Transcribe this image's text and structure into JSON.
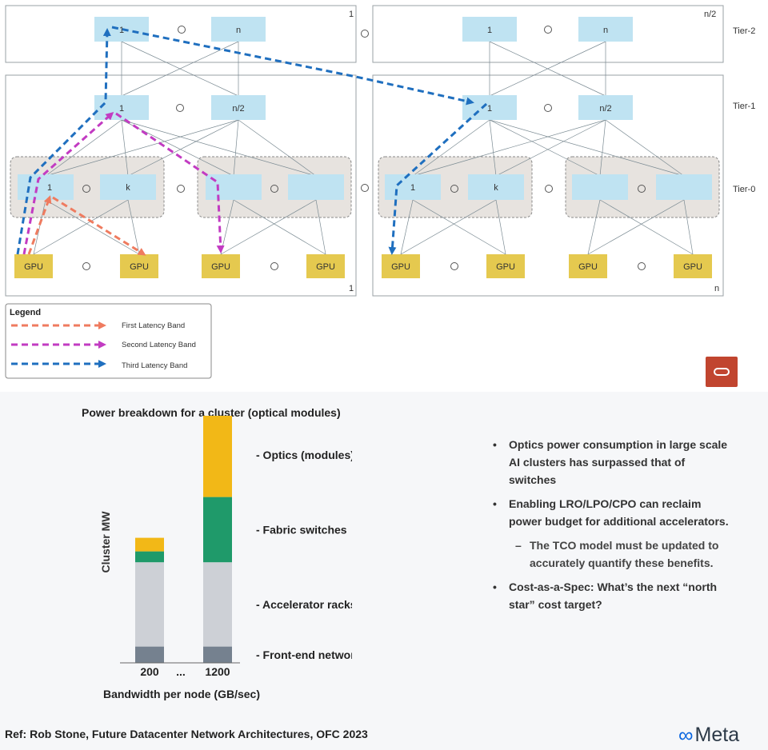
{
  "network": {
    "tier_labels": [
      "Tier-2",
      "Tier-1",
      "Tier-0"
    ],
    "pod_corner_labels": [
      "1",
      "n/2",
      "1",
      "n"
    ],
    "t2_left": [
      "1",
      "n"
    ],
    "t2_right": [
      "1",
      "n"
    ],
    "t1_left": [
      "1",
      "n/2"
    ],
    "t1_right": [
      "1",
      "n/2"
    ],
    "t0_labels": [
      "1",
      "k",
      "1",
      "k"
    ],
    "gpu_label": "GPU",
    "legend": {
      "title": "Legend",
      "items": [
        {
          "label": "First Latency Band",
          "color": "#ef7b5f"
        },
        {
          "label": "Second Latency Band",
          "color": "#c23bc2"
        },
        {
          "label": "Third Latency Band",
          "color": "#1f6fbf"
        }
      ]
    },
    "colors": {
      "switch": "#bfe3f2",
      "gpu": "#e5c94f",
      "group_bg": "#e7e3df"
    }
  },
  "chart_title": "Power breakdown for a cluster (optical modules)",
  "chart_data": {
    "type": "bar",
    "stacked": true,
    "categories": [
      "200",
      "1200"
    ],
    "category_gap_label": "...",
    "xlabel": "Bandwidth per node (GB/sec)",
    "ylabel": "Cluster MW",
    "series": [
      {
        "name": "- Front-end network",
        "color": "#75818f",
        "values": [
          6,
          6
        ]
      },
      {
        "name": "- Accelerator racks",
        "color": "#cdd0d6",
        "values": [
          31,
          31
        ]
      },
      {
        "name": "- Fabric switches",
        "color": "#1f9a6a",
        "values": [
          4,
          24
        ]
      },
      {
        "name": "- Optics (modules)",
        "color": "#f2b817",
        "values": [
          5,
          31
        ]
      }
    ]
  },
  "bullets": [
    {
      "text": "Optics power consumption in large scale AI clusters has surpassed that of switches",
      "sub": false
    },
    {
      "text": "Enabling LRO/LPO/CPO can reclaim power budget for additional accelerators.",
      "sub": false
    },
    {
      "text": "The TCO model must be updated to accurately quantify these benefits.",
      "sub": true
    },
    {
      "text": "Cost-as-a-Spec: What’s the next “north star” cost target?",
      "sub": false
    }
  ],
  "bullet_marks": {
    "main": "•",
    "sub": "–"
  },
  "reference": "Ref: Rob Stone, Future Datacenter Network Architectures, OFC 2023",
  "brand": {
    "logo": "∞",
    "name": "Meta"
  }
}
